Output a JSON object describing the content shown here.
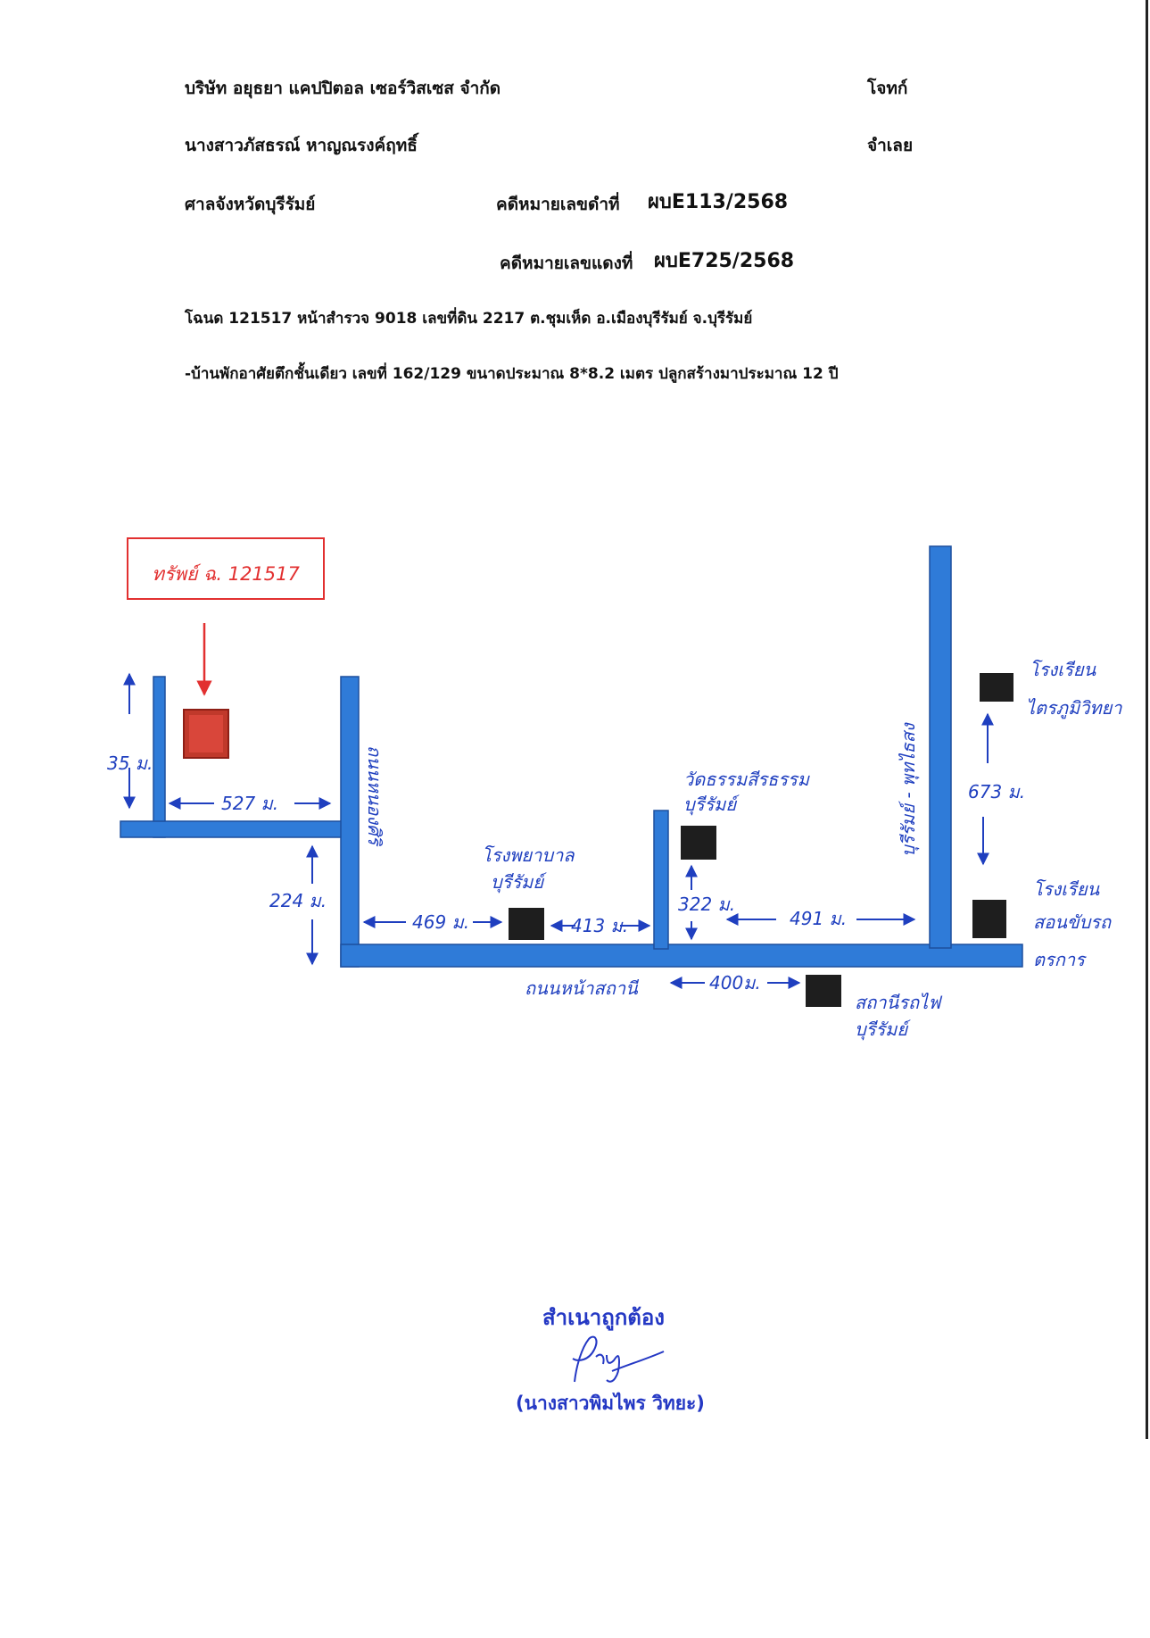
{
  "header": {
    "plaintiff_name": "บริษัท อยุธยา แคปปิตอล เซอร์วิสเซส  จำกัด",
    "plaintiff_role": "โจทก์",
    "defendant_name": "นางสาวภัสธรณ์  หาญณรงค์ฤทธิ์",
    "defendant_role": "จำเลย",
    "court": "ศาลจังหวัดบุรีรัมย์",
    "black_case_label": "คดีหมายเลขดำที่",
    "black_case_no": "ผบE113/2568",
    "red_case_label": "คดีหมายเลขแดงที่",
    "red_case_no": "ผบE725/2568"
  },
  "property": {
    "deed_line": "โฉนด 121517 หน้าสำรวจ 9018  เลขที่ดิน 2217  ต.ชุมเห็ด  อ.เมืองบุรีรัมย์  จ.บุรีรัมย์",
    "house_line": "-บ้านพักอาศัยตึกชั้นเดียว เลขที่ 162/129  ขนาดประมาณ 8*8.2 เมตร  ปลูกสร้างมาประมาณ 12 ปี"
  },
  "map": {
    "property_label": "ทรัพย์ ฉ. 121517",
    "soi_dist": "35 ม.",
    "lane_dist": "527 ม.",
    "road_dist": "224 ม.",
    "lane_road_name": "ถนนหนองศิริ",
    "hospital": "โรงพยาบาล บุรีรัมย์",
    "hospital_dist_left": "469 ม.",
    "hospital_dist_right": "413 ม.",
    "temple": "วัดธรรมสีรธรรม บุรีรัมย์",
    "temple_dist": "322 ม.",
    "junction_dist": "491 ม.",
    "main_road_name": "ถนนหน้าสถานี",
    "station_dist": "400ม.",
    "station": "สถานีรถไฟ บุรีรัมย์",
    "school_north": "โรงเรียน ไตรภูมิวิทยา",
    "school_north_dist": "673 ม.",
    "vertical_road_name": "บุรีรัมย์ - พุทไธสง",
    "school_south": "โรงเรียน สอนขับรถ ตรการ"
  },
  "certification": {
    "title": "สำเนาถูกต้อง",
    "signer": "(นางสาวพิมไพร วิทยะ)"
  },
  "colors": {
    "road": "#2f7bd8",
    "property": "#c0392b",
    "annotation": "#1f3fbf",
    "landmark": "#1e1e1e"
  }
}
